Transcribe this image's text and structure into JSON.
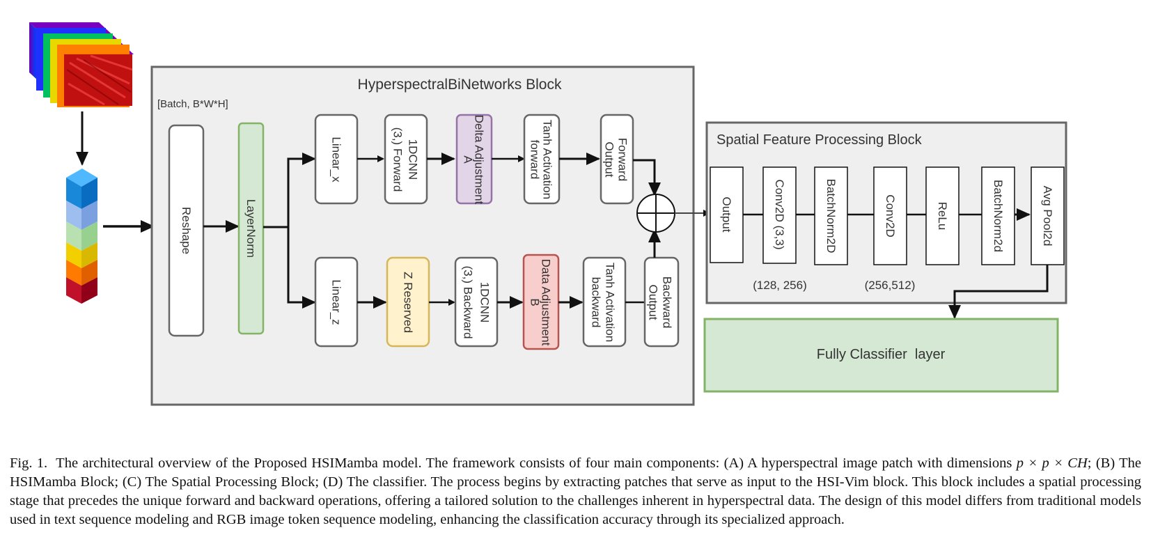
{
  "diagram": {
    "hsi_block": {
      "title": "HyperspectralBiNetworks Block",
      "shape_label": "[Batch, B*W*H]",
      "reshape": "Reshape",
      "layernorm": "LayerNorm",
      "forward": {
        "linear": "Linear_x",
        "cnn_line1": "1DCNN",
        "cnn_line2": "(3,) Forward",
        "delta_line1": "Delta Adjustment",
        "delta_line2": "A",
        "tanh_line1": "Tanh Activation",
        "tanh_line2": "forward",
        "out_line1": "Forward",
        "out_line2": "Output"
      },
      "backward": {
        "linear": "Linear_z",
        "z": "Z Reserved",
        "cnn_line1": "1DCNN",
        "cnn_line2": "(3,) Backward",
        "data_line1": "Data Adjustment",
        "data_line2": "B",
        "tanh_line1": "Tanh Activation",
        "tanh_line2": "backward",
        "out_line1": "Backward",
        "out_line2": "Output"
      }
    },
    "spatial_block": {
      "title": "Spatial Feature Processing Block",
      "output": "Output",
      "conv1": "Conv2D (3,3)",
      "bn1": "BatchNorm2D",
      "conv2": "Conv2D",
      "relu": "ReLu",
      "bn2": "BatchNorm2d",
      "pool": "Avg Pool2d",
      "dims1": "(128, 256)",
      "dims2": "(256,512)"
    },
    "classifier": "Fully Classifier  layer"
  },
  "caption": {
    "fig": "Fig. 1.",
    "pre": "The architectural overview of the Proposed HSIMamba model. The framework consists of four main components: (A) A hyperspectral image patch with dimensions",
    "math": "p × p × CH",
    "post": "; (B) The HSIMamba Block; (C) The Spatial Processing Block; (D) The classifier. The process begins by extracting patches that serve as input to the HSI-Vim block. This block includes a spatial processing stage that precedes the unique forward and backward operations, offering a tailored solution to the challenges inherent in hyperspectral data. The design of this model differs from traditional models used in text sequence modeling and RGB image token sequence modeling, enhancing the classification accuracy through its specialized approach."
  },
  "colors": {
    "block_fill": "#efefef",
    "block_stroke": "#666666",
    "green_fill": "#d5e8d4",
    "green_stroke": "#82b366",
    "purple_fill": "#e1d5e7",
    "purple_stroke": "#9673a6",
    "yellow_fill": "#fff2cc",
    "yellow_stroke": "#d6b656",
    "red_fill": "#f8cecc",
    "red_stroke": "#b85450"
  }
}
